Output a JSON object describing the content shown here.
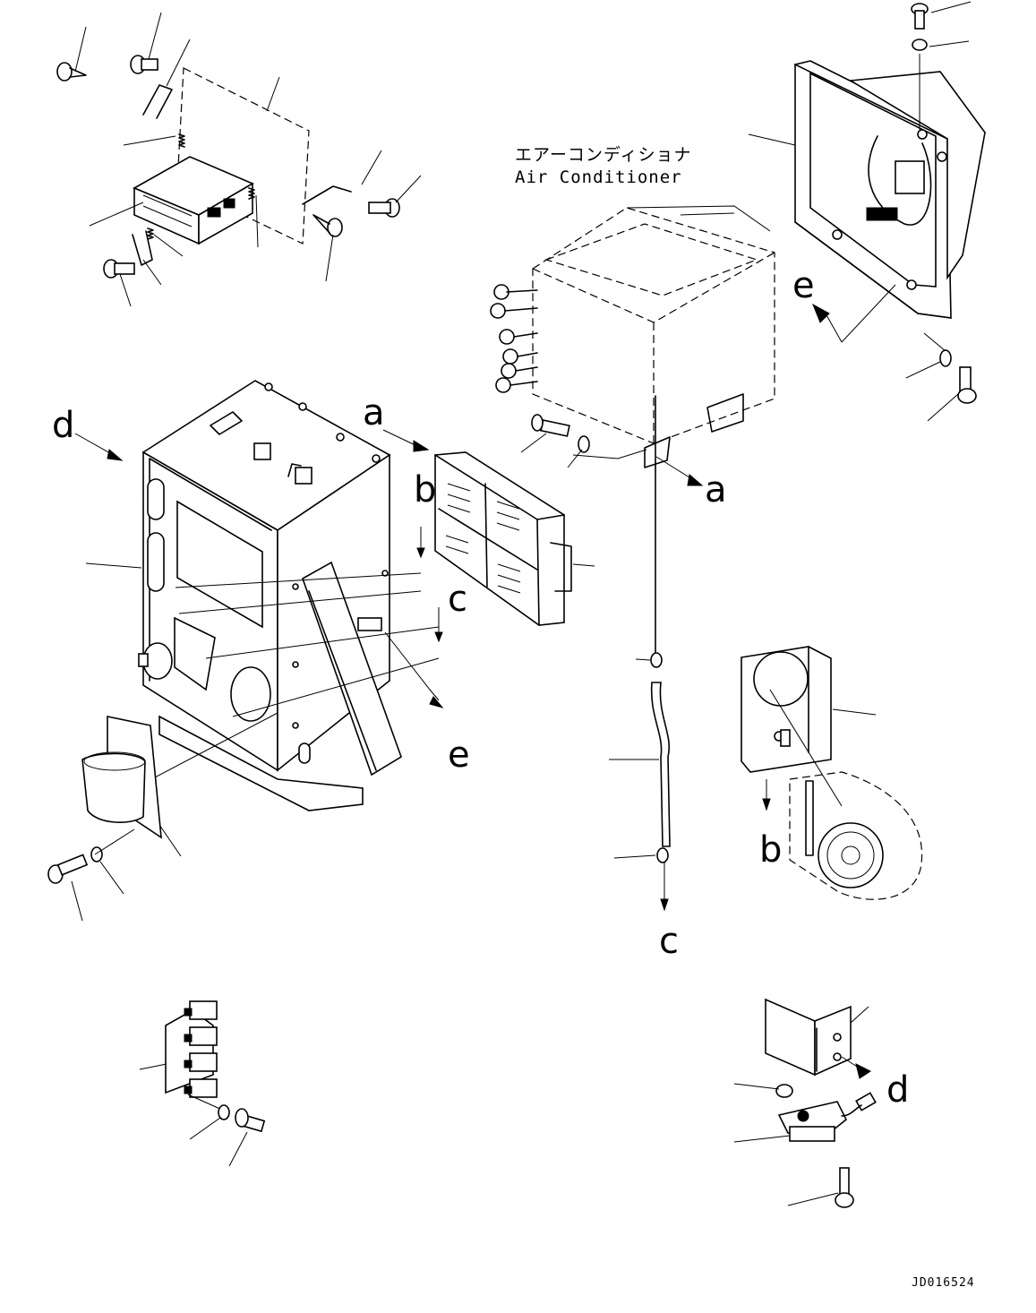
{
  "title_jp": "エアーコンディショナ",
  "title_en": "Air Conditioner",
  "labels": {
    "a_top": "a",
    "a_right": "a",
    "b_mid": "b",
    "b_right": "b",
    "c_mid": "c",
    "c_bottom": "c",
    "d_left": "d",
    "d_bottom": "d",
    "e_top": "e",
    "e_mid": "e"
  },
  "drawing_code": "JD016524"
}
